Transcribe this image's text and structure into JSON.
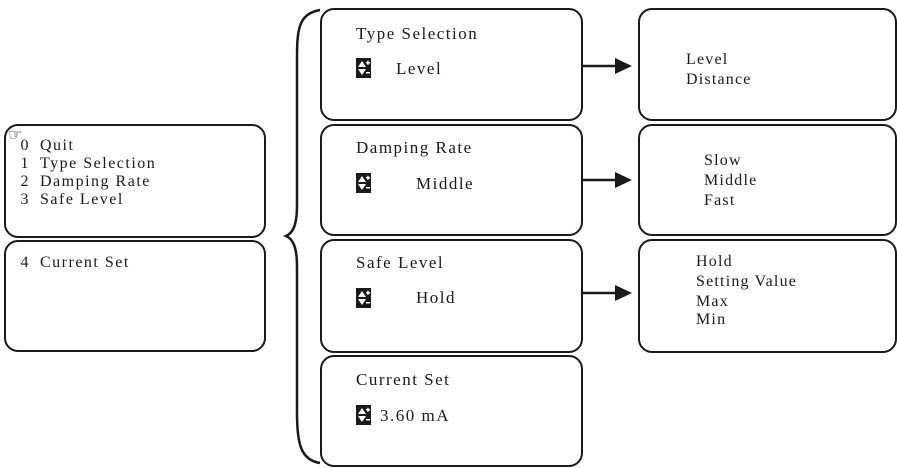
{
  "main_menu": {
    "pointer_icon": "pointing-hand-icon",
    "items": [
      {
        "num": "0",
        "label": "Quit"
      },
      {
        "num": "1",
        "label": "Type Selection"
      },
      {
        "num": "2",
        "label": "Damping Rate"
      },
      {
        "num": "3",
        "label": "Safe Level"
      }
    ],
    "next_page": [
      {
        "num": "4",
        "label": "Current Set"
      }
    ]
  },
  "panels": {
    "type_selection": {
      "title": "Type Selection",
      "value": "Level",
      "options": [
        "Level",
        "Distance"
      ]
    },
    "damping_rate": {
      "title": "Damping Rate",
      "value": "Middle",
      "options": [
        "Slow",
        "Middle",
        "Fast"
      ]
    },
    "safe_level": {
      "title": "Safe Level",
      "value": "Hold",
      "options": [
        "Hold",
        "Setting Value",
        "Max",
        "Min"
      ]
    },
    "current_set": {
      "title": "Current Set",
      "value": "3.60 mA"
    }
  }
}
